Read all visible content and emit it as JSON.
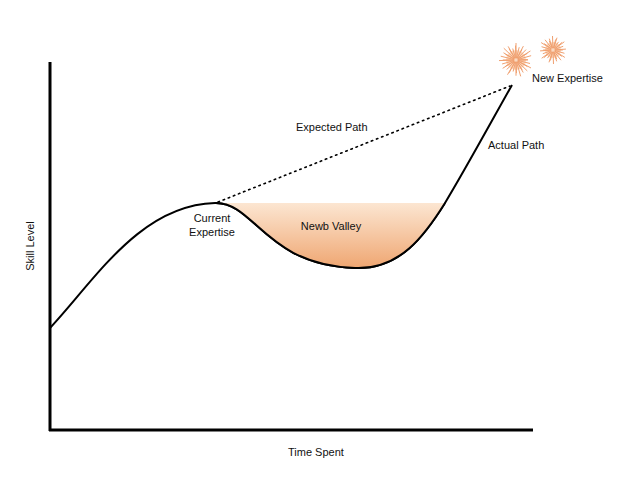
{
  "diagram": {
    "nodes": [
      {
        "text": [
          "Newb Valley"
        ]
      }
    ],
    "labels": [
      "Skill Level",
      "Time Spent",
      "Expected Path",
      "Actual Path",
      "Current Expertise",
      "New Expertise"
    ]
  }
}
